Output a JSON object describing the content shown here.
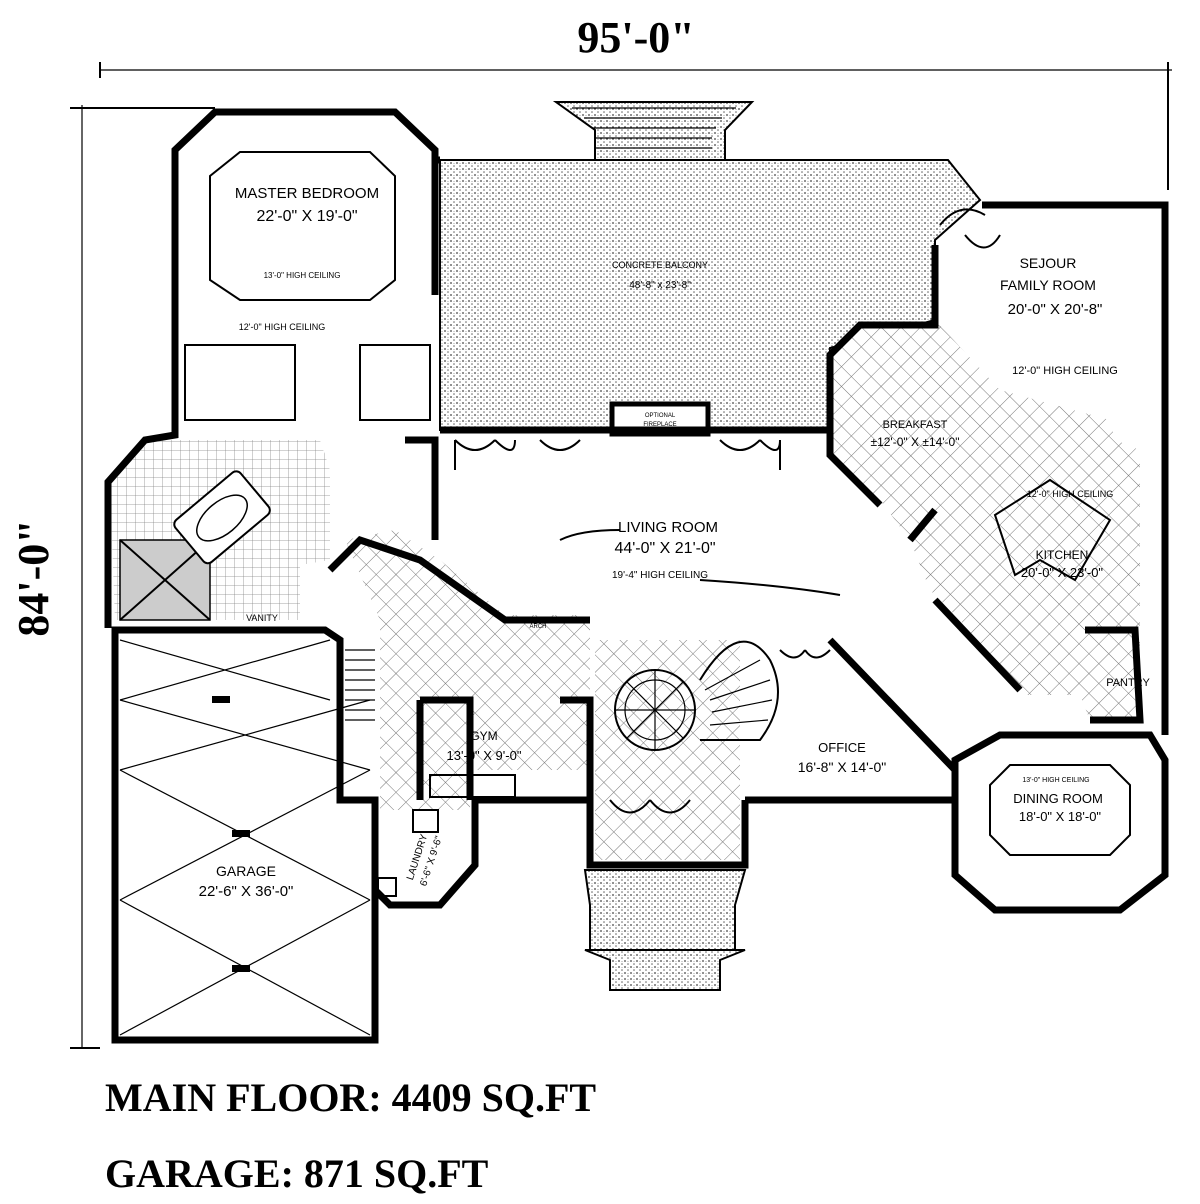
{
  "dimensions": {
    "width": "95'-0\"",
    "depth": "84'-0\""
  },
  "rooms": {
    "master_bedroom": {
      "name": "MASTER BEDROOM",
      "size": "22'-0\" X 19'-0\"",
      "ceiling": "13'-0\" HIGH CEILING",
      "ceiling2": "12'-0\" HIGH CEILING"
    },
    "balcony": {
      "name": "CONCRETE BALCONY",
      "size": "48'-8\" x 23'-8\""
    },
    "fireplace": {
      "line1": "OPTIONAL",
      "line2": "FIREPLACE"
    },
    "family_room": {
      "name1": "SEJOUR",
      "name2": "FAMILY ROOM",
      "size": "20'-0\" X 20'-8\"",
      "ceiling": "12'-0\" HIGH CEILING"
    },
    "breakfast": {
      "name": "BREAKFAST",
      "size": "±12'-0\" X ±14'-0\""
    },
    "kitchen": {
      "name": "KITCHEN",
      "size": "20'-0\" X 23'-0\"",
      "ceiling": "12'-0\" HIGH CEILING"
    },
    "living_room": {
      "name": "LIVING ROOM",
      "size": "44'-0\" X 21'-0\"",
      "ceiling": "19'-4\" HIGH CEILING"
    },
    "vanity": {
      "name": "VANITY"
    },
    "gym": {
      "name": "GYM",
      "size": "13'-0\" X 9'-0\""
    },
    "office": {
      "name": "OFFICE",
      "size": "16'-8\" X 14'-0\""
    },
    "pantry": {
      "name": "PANTRY"
    },
    "dining_room": {
      "name": "DINING ROOM",
      "size": "18'-0\" X 18'-0\"",
      "ceiling": "13'-0\" HIGH CEILING"
    },
    "garage": {
      "name": "GARAGE",
      "size": "22'-6\" X 36'-0\""
    },
    "laundry": {
      "name": "LAUNDRY",
      "size": "6'-6\" X 9'-6\""
    }
  },
  "arch_label": "ARCH",
  "footer": {
    "main_floor": "MAIN FLOOR: 4409 SQ.FT",
    "garage": "GARAGE: 871 SQ.FT"
  }
}
